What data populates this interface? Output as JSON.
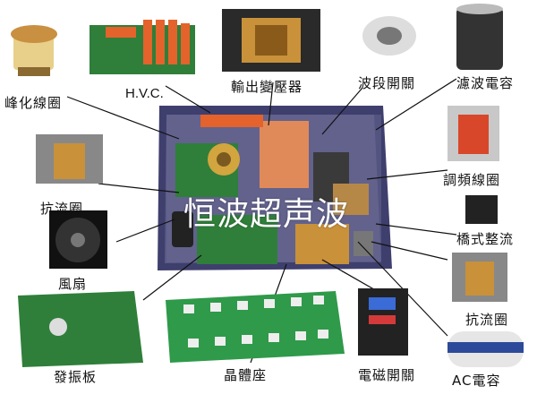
{
  "labels": {
    "peak_coil": "峰化線圈",
    "hvc": "H.V.C.",
    "output_transformer": "輸出變壓器",
    "band_switch": "波段開關",
    "filter_capacitor": "濾波電容",
    "choke_coil_left": "抗流圈",
    "tuning_coil": "調頻線圈",
    "bridge_rectifier": "橋式整流",
    "fan": "風扇",
    "choke_coil_right": "抗流圈",
    "oscillator_board": "發振板",
    "transistor_base": "晶體座",
    "contactor": "電磁開關",
    "ac_capacitor": "AC電容"
  },
  "overlay_title": "恒波超声波",
  "colors": {
    "cabinet": "#4a4a78",
    "cabinet_inner": "#5c5c8a",
    "pcb_green": "#2f7f3a",
    "relay_orange": "#e4622b",
    "copper": "#c8913a"
  }
}
